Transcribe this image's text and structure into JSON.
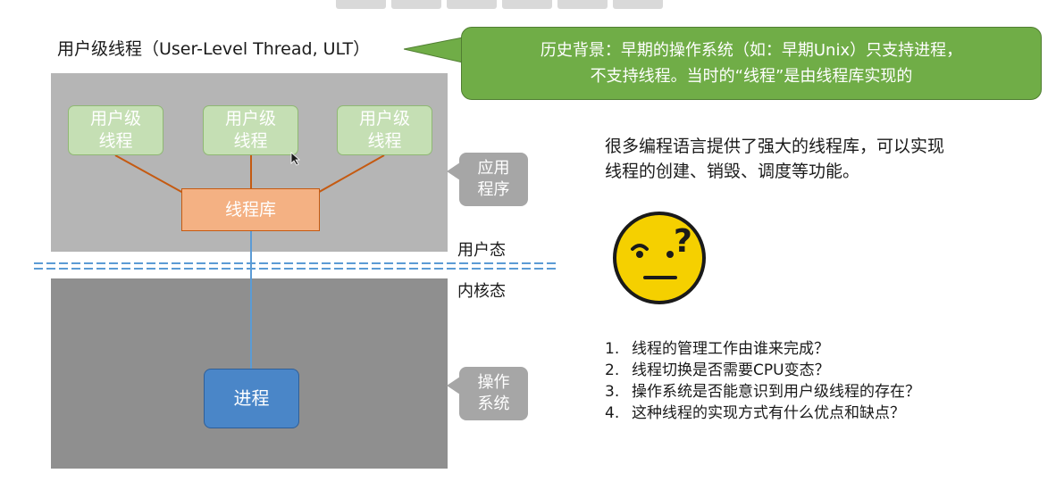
{
  "title": "用户级线程（User-Level Thread, ULT）",
  "callout": {
    "line1": "历史背景：早期的操作系统（如：早期Unix）只支持进程，",
    "line2": "不支持线程。当时的“线程”是由线程库实现的"
  },
  "ult_boxes": [
    {
      "line1": "用户级",
      "line2": "线程"
    },
    {
      "line1": "用户级",
      "line2": "线程"
    },
    {
      "line1": "用户级",
      "line2": "线程"
    }
  ],
  "thread_library": "线程库",
  "process": "进程",
  "app_tag": {
    "line1": "应用",
    "line2": "程序"
  },
  "os_tag": {
    "line1": "操作",
    "line2": "系统"
  },
  "user_mode": "用户态",
  "kernel_mode": "内核态",
  "description": {
    "line1": "很多编程语言提供了强大的线程库，可以实现",
    "line2": "线程的创建、销毁、调度等功能。"
  },
  "emoji": {
    "icon": "confused-face-icon",
    "glyph": "?"
  },
  "questions": [
    {
      "num": "1.",
      "text": "线程的管理工作由谁来完成？"
    },
    {
      "num": "2.",
      "text": "线程切换是否需要CPU变态？"
    },
    {
      "num": "3.",
      "text": "操作系统是否能意识到用户级线程的存在？"
    },
    {
      "num": "4.",
      "text": "这种线程的实现方式有什么优点和缺点？"
    }
  ],
  "colors": {
    "callout": "#70ad47",
    "ult_box": "#c5dfb4",
    "thread_library": "#f4b183",
    "process": "#4a86c8",
    "connector": "#c55a11",
    "boundary": "#5b9bd5",
    "emoji": "#f5d000"
  }
}
